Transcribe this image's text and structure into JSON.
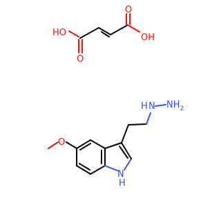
{
  "molecule": {
    "colors": {
      "carbon": "#000000",
      "oxygen": "#ff0d0d",
      "nitrogen": "#3050f8"
    },
    "acid": {
      "ho_left": "HO",
      "o_left": "O",
      "oh_right": "OH",
      "o_right": "O"
    },
    "indole": {
      "o_methoxy": "O",
      "nh_ring": "N",
      "h_ring": "H"
    },
    "hydrazine": {
      "nh_lower": "N",
      "h_lower": "H",
      "nh2_upper": "NH",
      "nh2_subscript": "2"
    }
  }
}
